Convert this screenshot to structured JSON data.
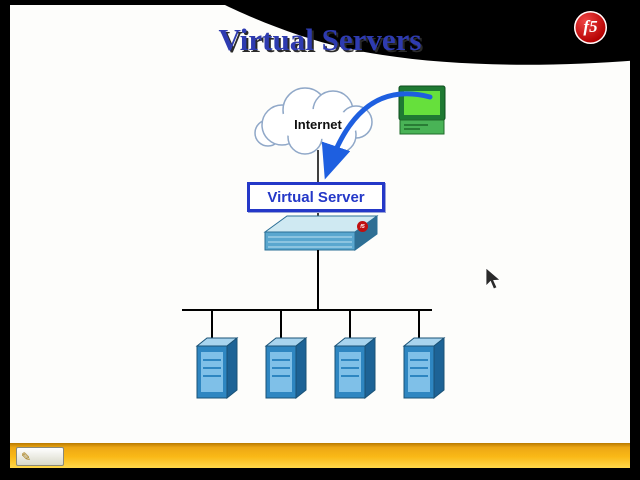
{
  "slide": {
    "title": "Virtual Servers",
    "logo_text": "f5"
  },
  "diagram": {
    "internet_label": "Internet",
    "virtual_server_label": "Virtual Server",
    "appliance_logo": "f5",
    "server_count": 4
  },
  "toolbar": {
    "pencil_icon": "✎"
  },
  "colors": {
    "accent_blue": "#2438c8",
    "title_blue": "#2e3bb0",
    "f5_red": "#c01010",
    "bar_yellow": "#f9b917",
    "server_blue": "#2e86c1",
    "arrow_blue": "#1e5fe0"
  }
}
